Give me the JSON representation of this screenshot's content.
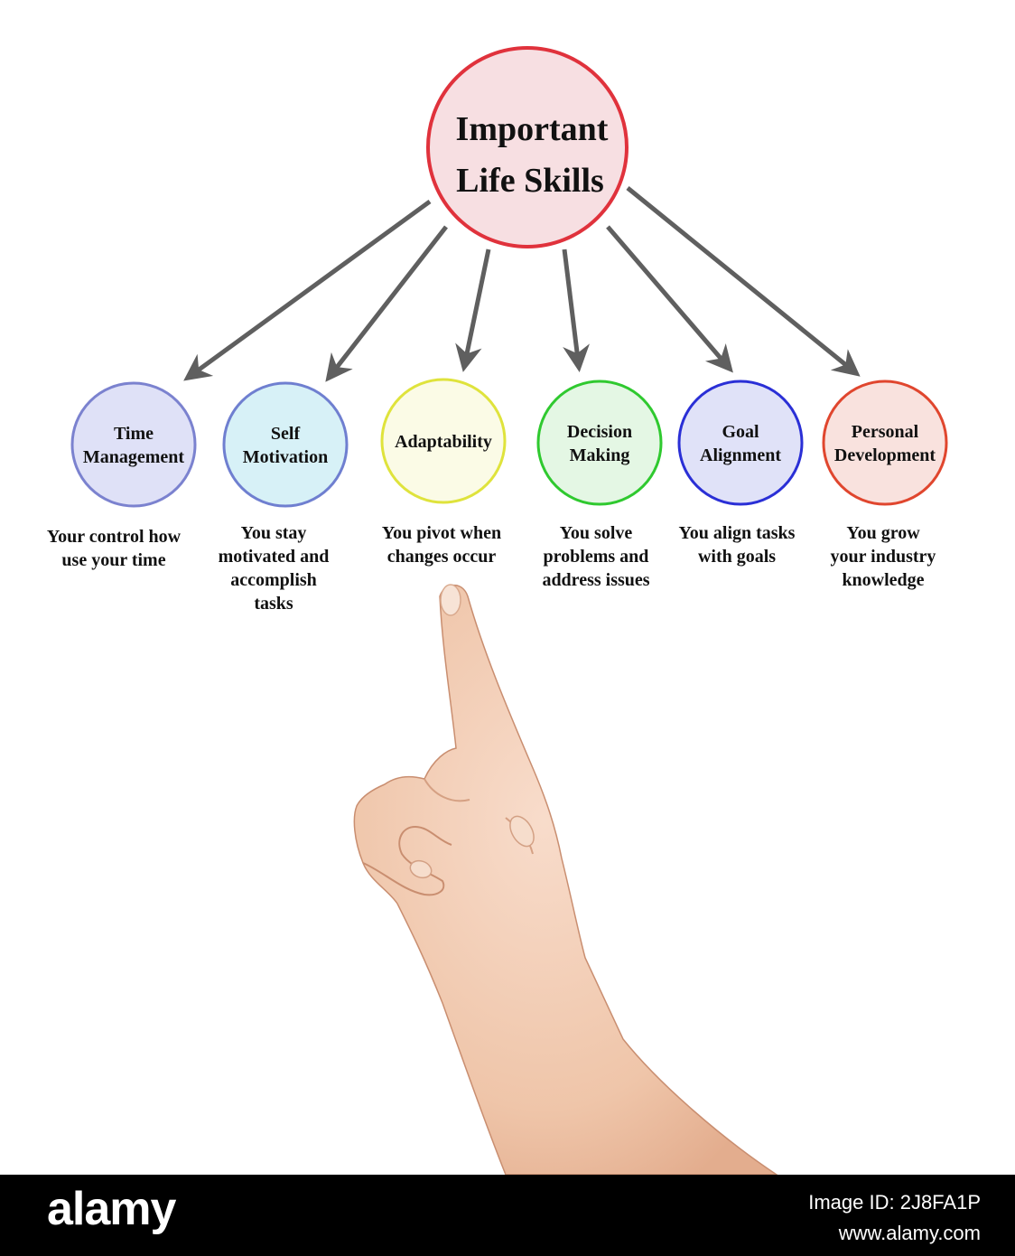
{
  "center": {
    "title_line1": "Important",
    "title_line2": "Life Skills",
    "stroke": "#e0323c",
    "fill": "#f7dfe2"
  },
  "skills": [
    {
      "label": [
        "Time",
        "Management"
      ],
      "description": [
        "Your control how",
        "use your time"
      ],
      "stroke": "#7b82cf",
      "fill": "#dfe1f7"
    },
    {
      "label": [
        "Self",
        "Motivation"
      ],
      "description": [
        "You stay",
        "motivated and",
        "accomplish",
        "tasks"
      ],
      "stroke": "#6f7fd0",
      "fill": "#d7f1f7"
    },
    {
      "label": [
        "Adaptability"
      ],
      "description": [
        "You pivot when",
        "changes occur"
      ],
      "stroke": "#dfe33c",
      "fill": "#fbfbe6"
    },
    {
      "label": [
        "Decision",
        "Making"
      ],
      "description": [
        "You solve",
        "problems and",
        "address issues"
      ],
      "stroke": "#2fc92f",
      "fill": "#e4f7e4"
    },
    {
      "label": [
        "Goal",
        "Alignment"
      ],
      "description": [
        "You align tasks",
        "with goals"
      ],
      "stroke": "#2a2fd6",
      "fill": "#e0e2f8"
    },
    {
      "label": [
        "Personal",
        "Development"
      ],
      "description": [
        "You grow",
        "your industry",
        "knowledge"
      ],
      "stroke": "#e0462e",
      "fill": "#f9e2de"
    }
  ],
  "arrow_color": "#5f5f5f",
  "hand": {
    "icon": "pointing-hand",
    "skin": "#f2cfb6"
  },
  "footer": {
    "brand": "alamy",
    "image_id": "Image ID: 2J8FA1P",
    "url": "www.alamy.com"
  }
}
